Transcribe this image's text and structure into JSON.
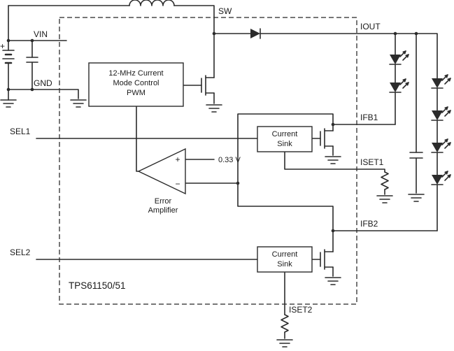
{
  "part_label": "TPS61150/51",
  "pins": {
    "vin": "VIN",
    "gnd": "GND",
    "sw": "SW",
    "iout": "IOUT",
    "sel1": "SEL1",
    "sel2": "SEL2",
    "ifb1": "IFB1",
    "iset1": "ISET1",
    "ifb2": "IFB2",
    "iset2": "ISET2"
  },
  "pwm_block": {
    "line1": "12-MHz Current",
    "line2": "Mode Control",
    "line3": "PWM"
  },
  "current_sink_1": {
    "line1": "Current",
    "line2": "Sink"
  },
  "current_sink_2": {
    "line1": "Current",
    "line2": "Sink"
  },
  "error_amplifier": {
    "plus_input": "+",
    "minus_input": "−",
    "reference": "0.33 V",
    "caption_line1": "Error",
    "caption_line2": "Amplifier"
  },
  "battery": {
    "positive_terminal": "+"
  },
  "colors": {
    "wire": "#2b2b2b",
    "ic_boundary": "#4a4a4a",
    "background": "#ffffff"
  }
}
